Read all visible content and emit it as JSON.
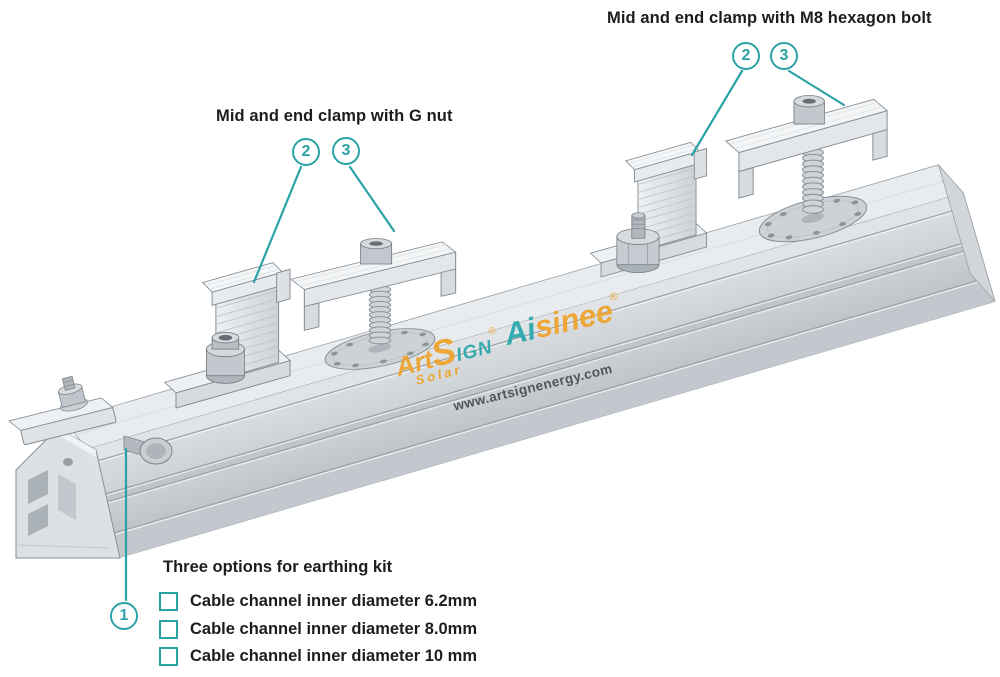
{
  "colors": {
    "accent_teal": "#2ba3a6",
    "text": "#1d1d1f",
    "brand_orange": "#efa32b",
    "brand_teal": "#2aa7ab",
    "website_gray": "#4c4c4c",
    "rail_light": "#e9ecee",
    "rail_mid": "#c7ccd1"
  },
  "annotations": {
    "label_m8": "Mid and end clamp with M8 hexagon bolt",
    "label_gnut": "Mid and end clamp with G nut",
    "callout_1": "1",
    "callout_2": "2",
    "callout_3": "3"
  },
  "earthing": {
    "heading": "Three options for earthing kit",
    "options": [
      "Cable channel inner diameter 6.2mm",
      "Cable channel inner diameter 8.0mm",
      "Cable channel inner diameter 10 mm"
    ]
  },
  "watermark": {
    "art": "Art",
    "s": "S",
    "ign": "IGN",
    "reg": "®",
    "solar": "Solar",
    "ai": "Ai",
    "sinee": "sinee",
    "website": "www.artsignenergy.com"
  }
}
